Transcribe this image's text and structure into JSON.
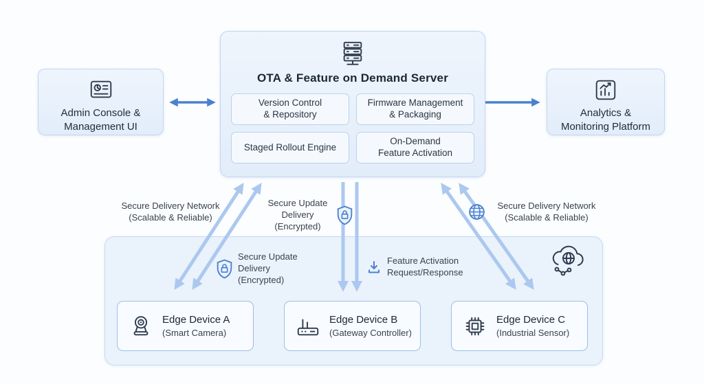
{
  "server": {
    "title": "OTA & Feature on Demand Server",
    "modules": [
      {
        "label": "Version Control\n& Repository"
      },
      {
        "label": "Firmware Management\n& Packaging"
      },
      {
        "label": "Staged Rollout Engine"
      },
      {
        "label": "On-Demand\nFeature Activation"
      }
    ]
  },
  "admin_console": {
    "label": "Admin Console &\nManagement UI"
  },
  "analytics_platform": {
    "label": "Analytics &\nMonitoring Platform"
  },
  "connections": {
    "secure_delivery_left": {
      "label": "Secure Delivery Network\n(Scalable & Reliable)"
    },
    "secure_update_top": {
      "label": "Secure Update\nDelivery\n(Encrypted)",
      "icon": "shield-lock-icon"
    },
    "secure_update_inner": {
      "label": "Secure Update\nDelivery\n(Encrypted)",
      "icon": "shield-lock-icon"
    },
    "feature_activation": {
      "label": "Feature Activation\nRequest/Response",
      "icon": "download-icon"
    },
    "secure_delivery_right": {
      "label": "Secure Delivery Network\n(Scalable & Reliable)",
      "icon": "globe-icon"
    }
  },
  "edge_devices": [
    {
      "name": "Edge Device A",
      "type": "(Smart Camera)",
      "icon": "webcam-icon"
    },
    {
      "name": "Edge Device B",
      "type": "(Gateway Controller)",
      "icon": "router-icon"
    },
    {
      "name": "Edge Device C",
      "type": "(Industrial Sensor)",
      "icon": "chip-icon"
    }
  ],
  "colors": {
    "arrow_primary": "#4a80d0",
    "arrow_secondary": "#abc8ef",
    "panel_fill": "#e9f1fb",
    "panel_border": "#c0d7f2",
    "module_fill": "#f5f9fe",
    "device_border": "#9cbfe8",
    "text_primary": "#1f2937"
  }
}
